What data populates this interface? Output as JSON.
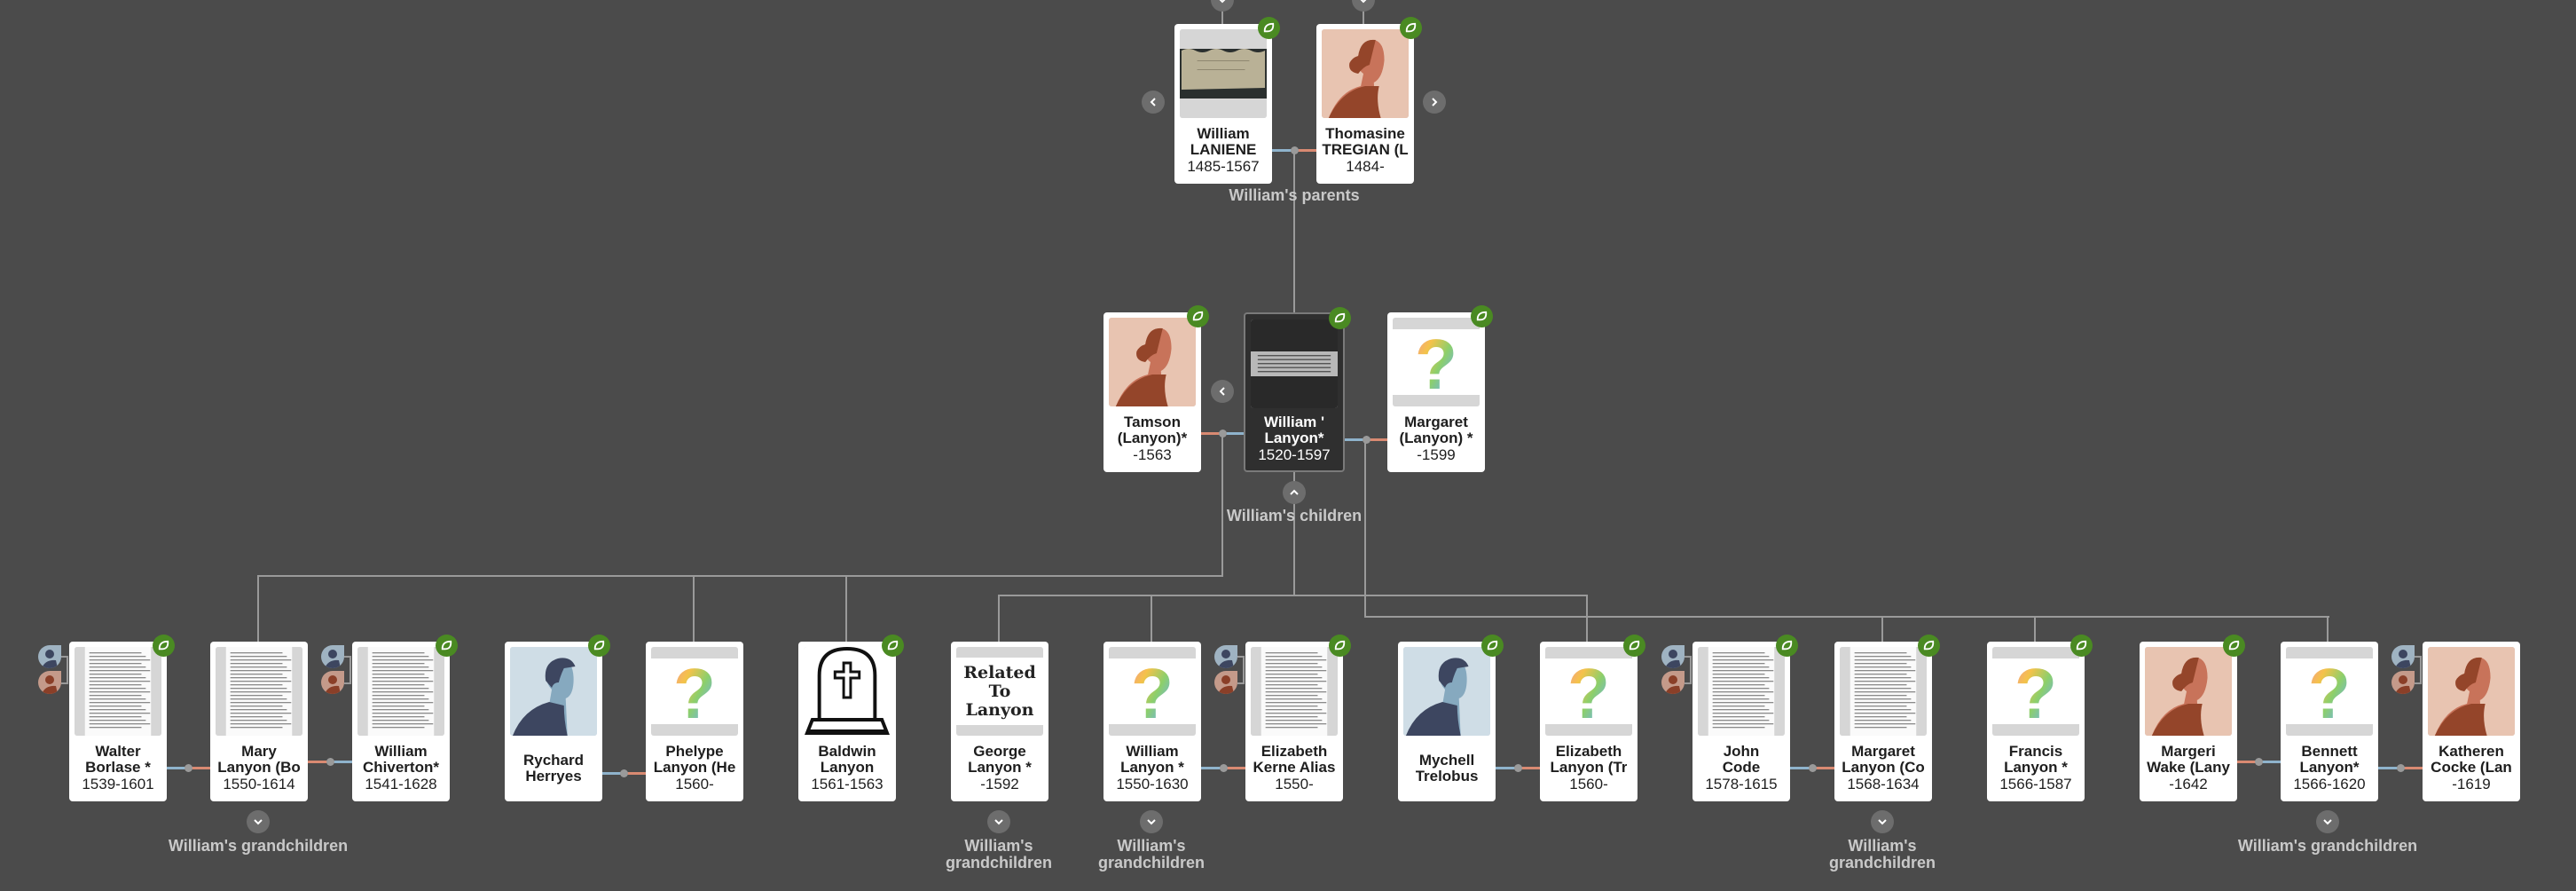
{
  "labels": {
    "parents": "William's parents",
    "children": "William's children",
    "grandchildren": "William's grandchildren"
  },
  "colors": {
    "background": "#4b4b4b",
    "line": "#9a9a9a",
    "male": "#8fb3cc",
    "female": "#d98a72",
    "badge": "#4a8a22"
  },
  "people": [
    {
      "id": "wl",
      "name": [
        "William",
        "LANIENE"
      ],
      "dates": "1485-1567",
      "image": "parchment",
      "badge": true,
      "parents_icon": false
    },
    {
      "id": "th",
      "name": [
        "Thomasine",
        "TREGIAN (L"
      ],
      "dates": "1484-",
      "image": "female",
      "badge": true,
      "parents_icon": false
    },
    {
      "id": "ta",
      "name": [
        "Tamson",
        "(Lanyon)*"
      ],
      "dates": "-1563",
      "image": "female",
      "badge": true,
      "parents_icon": false
    },
    {
      "id": "wc",
      "name": [
        "William '",
        "Lanyon*"
      ],
      "dates": "1520-1597",
      "image": "manuscript",
      "badge": true,
      "parents_icon": false
    },
    {
      "id": "ma",
      "name": [
        "Margaret",
        "(Lanyon) *"
      ],
      "dates": "-1599",
      "image": "question",
      "badge": true,
      "parents_icon": false
    },
    {
      "id": "walter",
      "name": [
        "Walter",
        "Borlase *"
      ],
      "dates": "1539-1601",
      "image": "document",
      "badge": true,
      "parents_icon": true
    },
    {
      "id": "mary",
      "name": [
        "Mary",
        "Lanyon (Bo"
      ],
      "dates": "1550-1614",
      "image": "document",
      "badge": false,
      "parents_icon": false
    },
    {
      "id": "chiv",
      "name": [
        "William",
        "Chiverton*"
      ],
      "dates": "1541-1628",
      "image": "document",
      "badge": true,
      "parents_icon": true
    },
    {
      "id": "rych",
      "name": [
        "Rychard",
        "Herryes"
      ],
      "dates": "",
      "image": "male",
      "badge": true,
      "parents_icon": false
    },
    {
      "id": "phel",
      "name": [
        "Phelype",
        "Lanyon (He"
      ],
      "dates": "1560-",
      "image": "question",
      "badge": false,
      "parents_icon": false
    },
    {
      "id": "bald",
      "name": [
        "Baldwin",
        "Lanyon"
      ],
      "dates": "1561-1563",
      "image": "tombstone",
      "badge": true,
      "parents_icon": false
    },
    {
      "id": "geo",
      "name": [
        "George",
        "Lanyon *"
      ],
      "dates": "-1592",
      "image": "related",
      "image_text": [
        "Related",
        "To",
        "Lanyon"
      ],
      "badge": false,
      "parents_icon": false
    },
    {
      "id": "wil",
      "name": [
        "William",
        "Lanyon *"
      ],
      "dates": "1550-1630",
      "image": "question",
      "badge": false,
      "parents_icon": false
    },
    {
      "id": "ek",
      "name": [
        "Elizabeth",
        "Kerne Alias"
      ],
      "dates": "1550-",
      "image": "document",
      "badge": true,
      "parents_icon": true
    },
    {
      "id": "myc",
      "name": [
        "Mychell",
        "Trelobus"
      ],
      "dates": "",
      "image": "male",
      "badge": true,
      "parents_icon": false
    },
    {
      "id": "etr",
      "name": [
        "Elizabeth",
        "Lanyon (Tr"
      ],
      "dates": "1560-",
      "image": "question",
      "badge": true,
      "parents_icon": false
    },
    {
      "id": "john",
      "name": [
        "John",
        "Code"
      ],
      "dates": "1578-1615",
      "image": "document",
      "badge": true,
      "parents_icon": true
    },
    {
      "id": "mco",
      "name": [
        "Margaret",
        "Lanyon (Co"
      ],
      "dates": "1568-1634",
      "image": "document",
      "badge": true,
      "parents_icon": false
    },
    {
      "id": "fra",
      "name": [
        "Francis",
        "Lanyon *"
      ],
      "dates": "1566-1587",
      "image": "question",
      "badge": true,
      "parents_icon": false
    },
    {
      "id": "marg",
      "name": [
        "Margeri",
        "Wake (Lany"
      ],
      "dates": "-1642",
      "image": "female",
      "badge": true,
      "parents_icon": false
    },
    {
      "id": "ben",
      "name": [
        "Bennett",
        "Lanyon*"
      ],
      "dates": "1566-1620",
      "image": "question",
      "badge": false,
      "parents_icon": false
    },
    {
      "id": "kat",
      "name": [
        "Katheren",
        "Cocke (Lan"
      ],
      "dates": "-1619",
      "image": "female",
      "badge": false,
      "parents_icon": true
    }
  ]
}
